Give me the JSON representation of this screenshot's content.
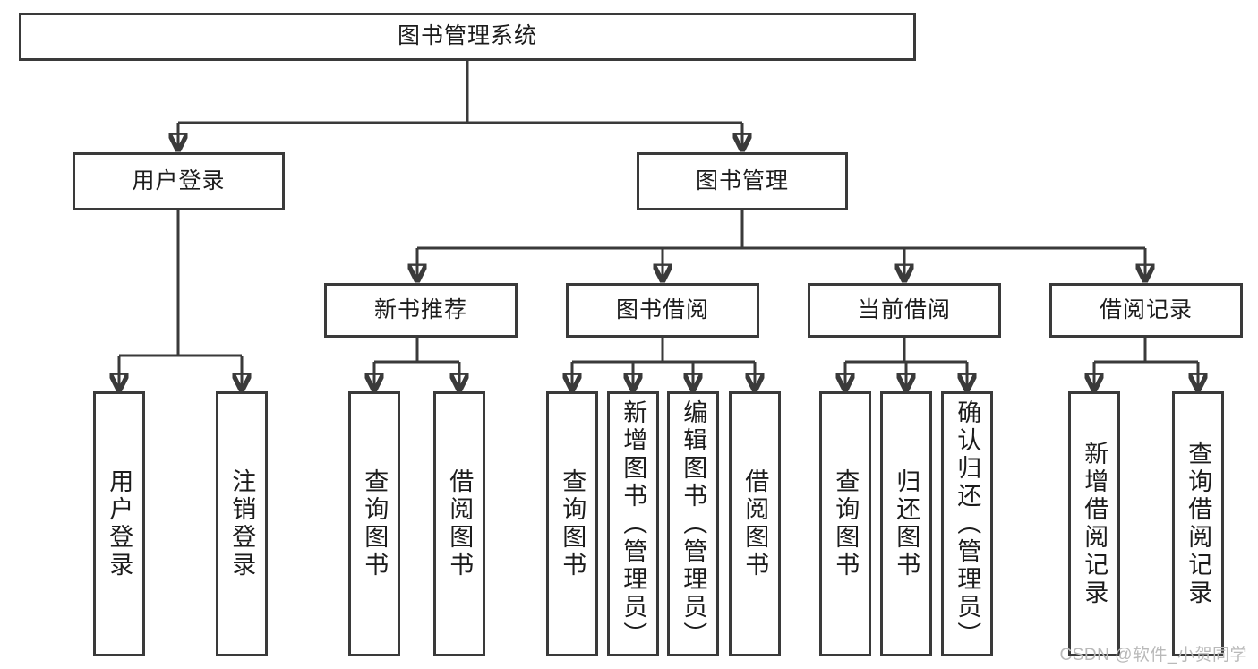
{
  "diagram": {
    "title": "图书管理系统",
    "type": "tree-hierarchy",
    "watermark": "CSDN @软件_小贺同学",
    "colors": {
      "stroke": "#3a3a3a",
      "fill": "#ffffff",
      "text": "#1c1c1c",
      "watermark": "#b9b9b9"
    },
    "levels": {
      "root": {
        "label": "图书管理系统"
      },
      "level2": [
        {
          "id": "user-login",
          "label": "用户登录"
        },
        {
          "id": "book-management",
          "label": "图书管理"
        }
      ],
      "level3": [
        {
          "id": "new-book-recommend",
          "label": "新书推荐",
          "parent": "book-management"
        },
        {
          "id": "book-borrow",
          "label": "图书借阅",
          "parent": "book-management"
        },
        {
          "id": "current-borrow",
          "label": "当前借阅",
          "parent": "book-management"
        },
        {
          "id": "borrow-record",
          "label": "借阅记录",
          "parent": "book-management"
        }
      ],
      "leaves": [
        {
          "id": "leaf-user-login",
          "label": "用户登录",
          "parent": "user-login"
        },
        {
          "id": "leaf-logout-login",
          "label": "注销登录",
          "parent": "user-login"
        },
        {
          "id": "leaf-query-book-1",
          "label": "查询图书",
          "parent": "new-book-recommend"
        },
        {
          "id": "leaf-borrow-book-1",
          "label": "借阅图书",
          "parent": "new-book-recommend"
        },
        {
          "id": "leaf-query-book-2",
          "label": "查询图书",
          "parent": "book-borrow"
        },
        {
          "id": "leaf-add-book",
          "label": "新增图书（管理员）",
          "parent": "book-borrow"
        },
        {
          "id": "leaf-edit-book",
          "label": "编辑图书（管理员）",
          "parent": "book-borrow"
        },
        {
          "id": "leaf-borrow-book-2",
          "label": "借阅图书",
          "parent": "book-borrow"
        },
        {
          "id": "leaf-query-book-3",
          "label": "查询图书",
          "parent": "current-borrow"
        },
        {
          "id": "leaf-return-book",
          "label": "归还图书",
          "parent": "current-borrow"
        },
        {
          "id": "leaf-confirm-return",
          "label": "确认归还（管理员）",
          "parent": "current-borrow"
        },
        {
          "id": "leaf-add-record",
          "label": "新增借阅记录",
          "parent": "borrow-record"
        },
        {
          "id": "leaf-query-record",
          "label": "查询借阅记录",
          "parent": "borrow-record"
        }
      ]
    }
  }
}
